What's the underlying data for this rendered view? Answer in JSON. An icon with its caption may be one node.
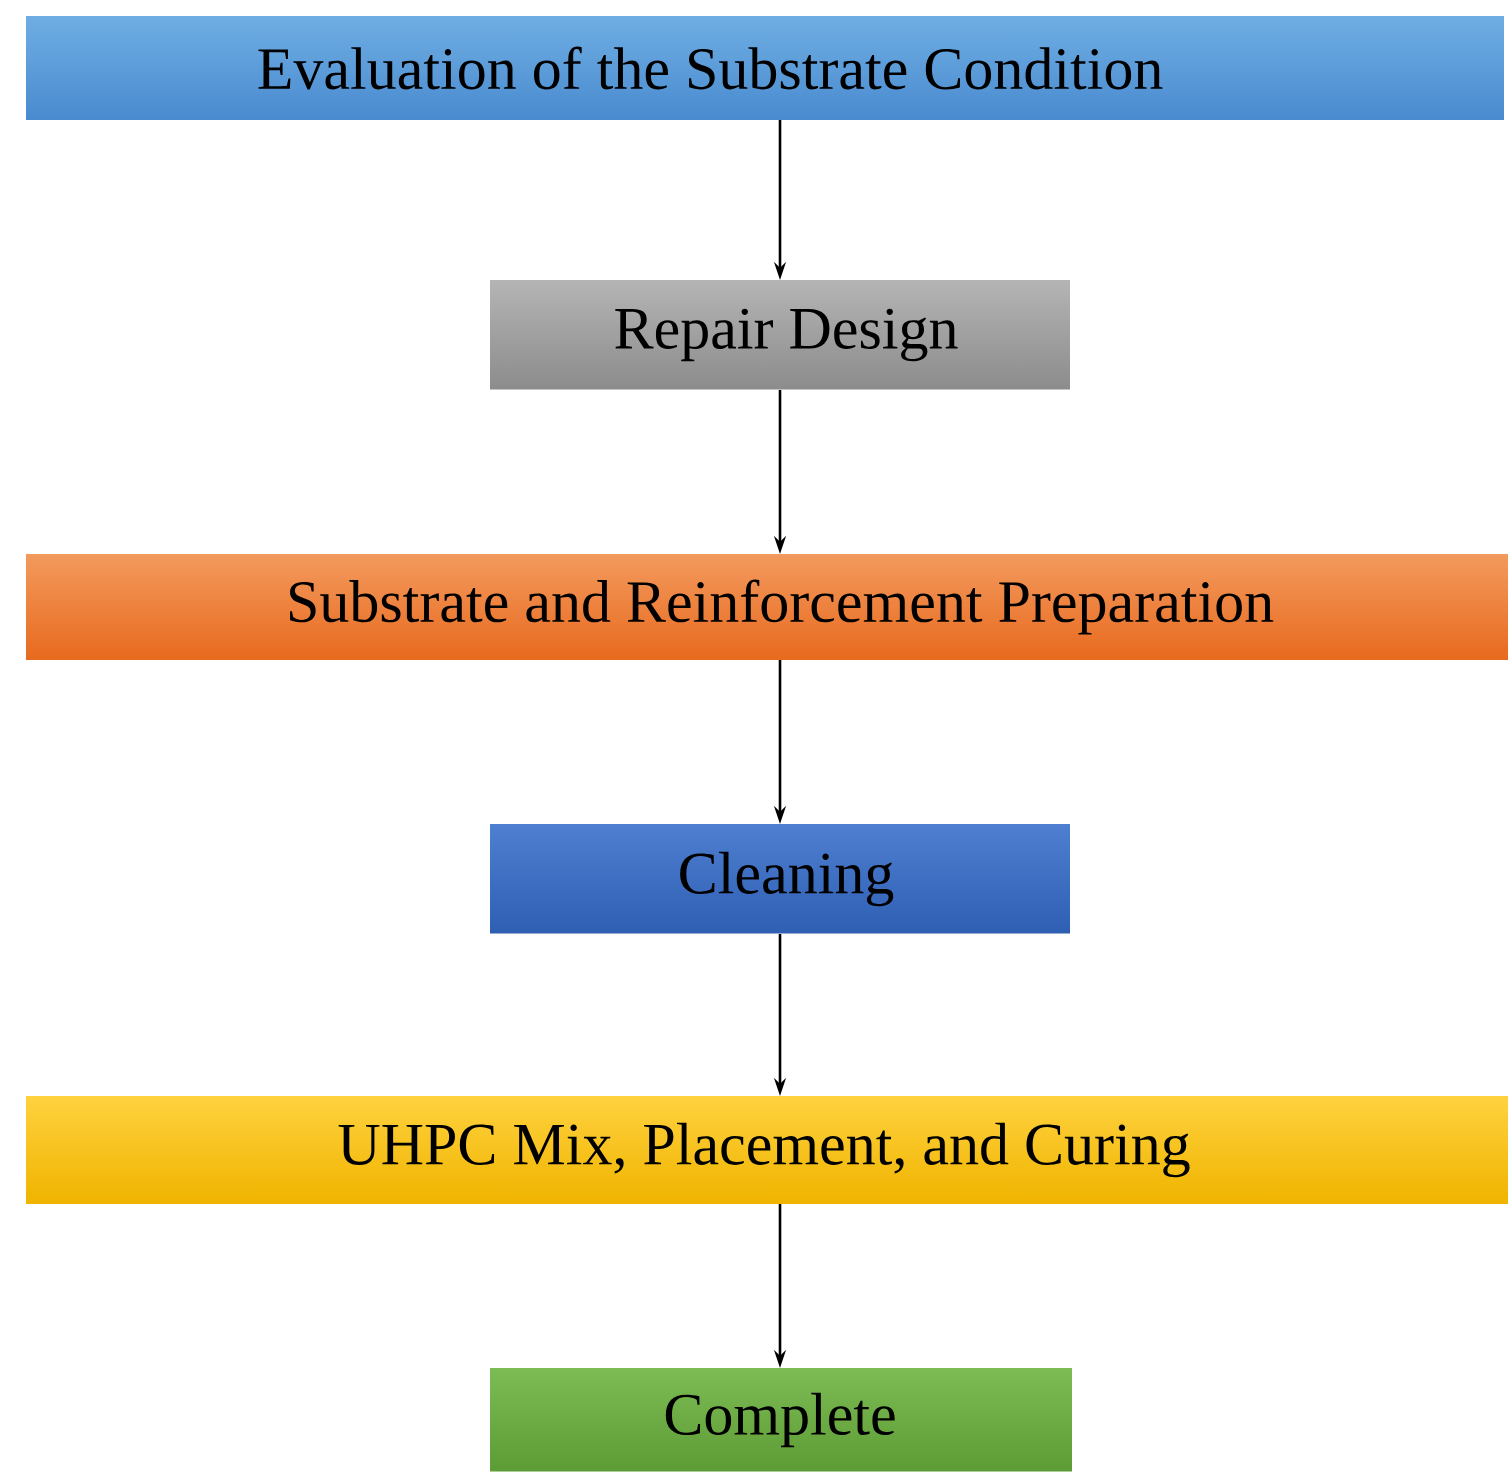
{
  "diagram": {
    "nodes": [
      {
        "text": [
          "Evaluation of the Substrate Condition"
        ]
      },
      {
        "text": [
          "Repair Design"
        ]
      },
      {
        "text": [
          "Substrate and Reinforcement Preparation"
        ]
      },
      {
        "text": [
          "Cleaning"
        ]
      },
      {
        "text": [
          "UHPC Mix, Placement, and Curing"
        ]
      },
      {
        "text": [
          "Complete"
        ]
      }
    ],
    "edges": [
      {
        "from": 0,
        "to": 1,
        "arrow": "to"
      },
      {
        "from": 1,
        "to": 2,
        "arrow": "to"
      },
      {
        "from": 2,
        "to": 3,
        "arrow": "to"
      },
      {
        "from": 3,
        "to": 4,
        "arrow": "to"
      },
      {
        "from": 4,
        "to": 5,
        "arrow": "to"
      }
    ]
  }
}
